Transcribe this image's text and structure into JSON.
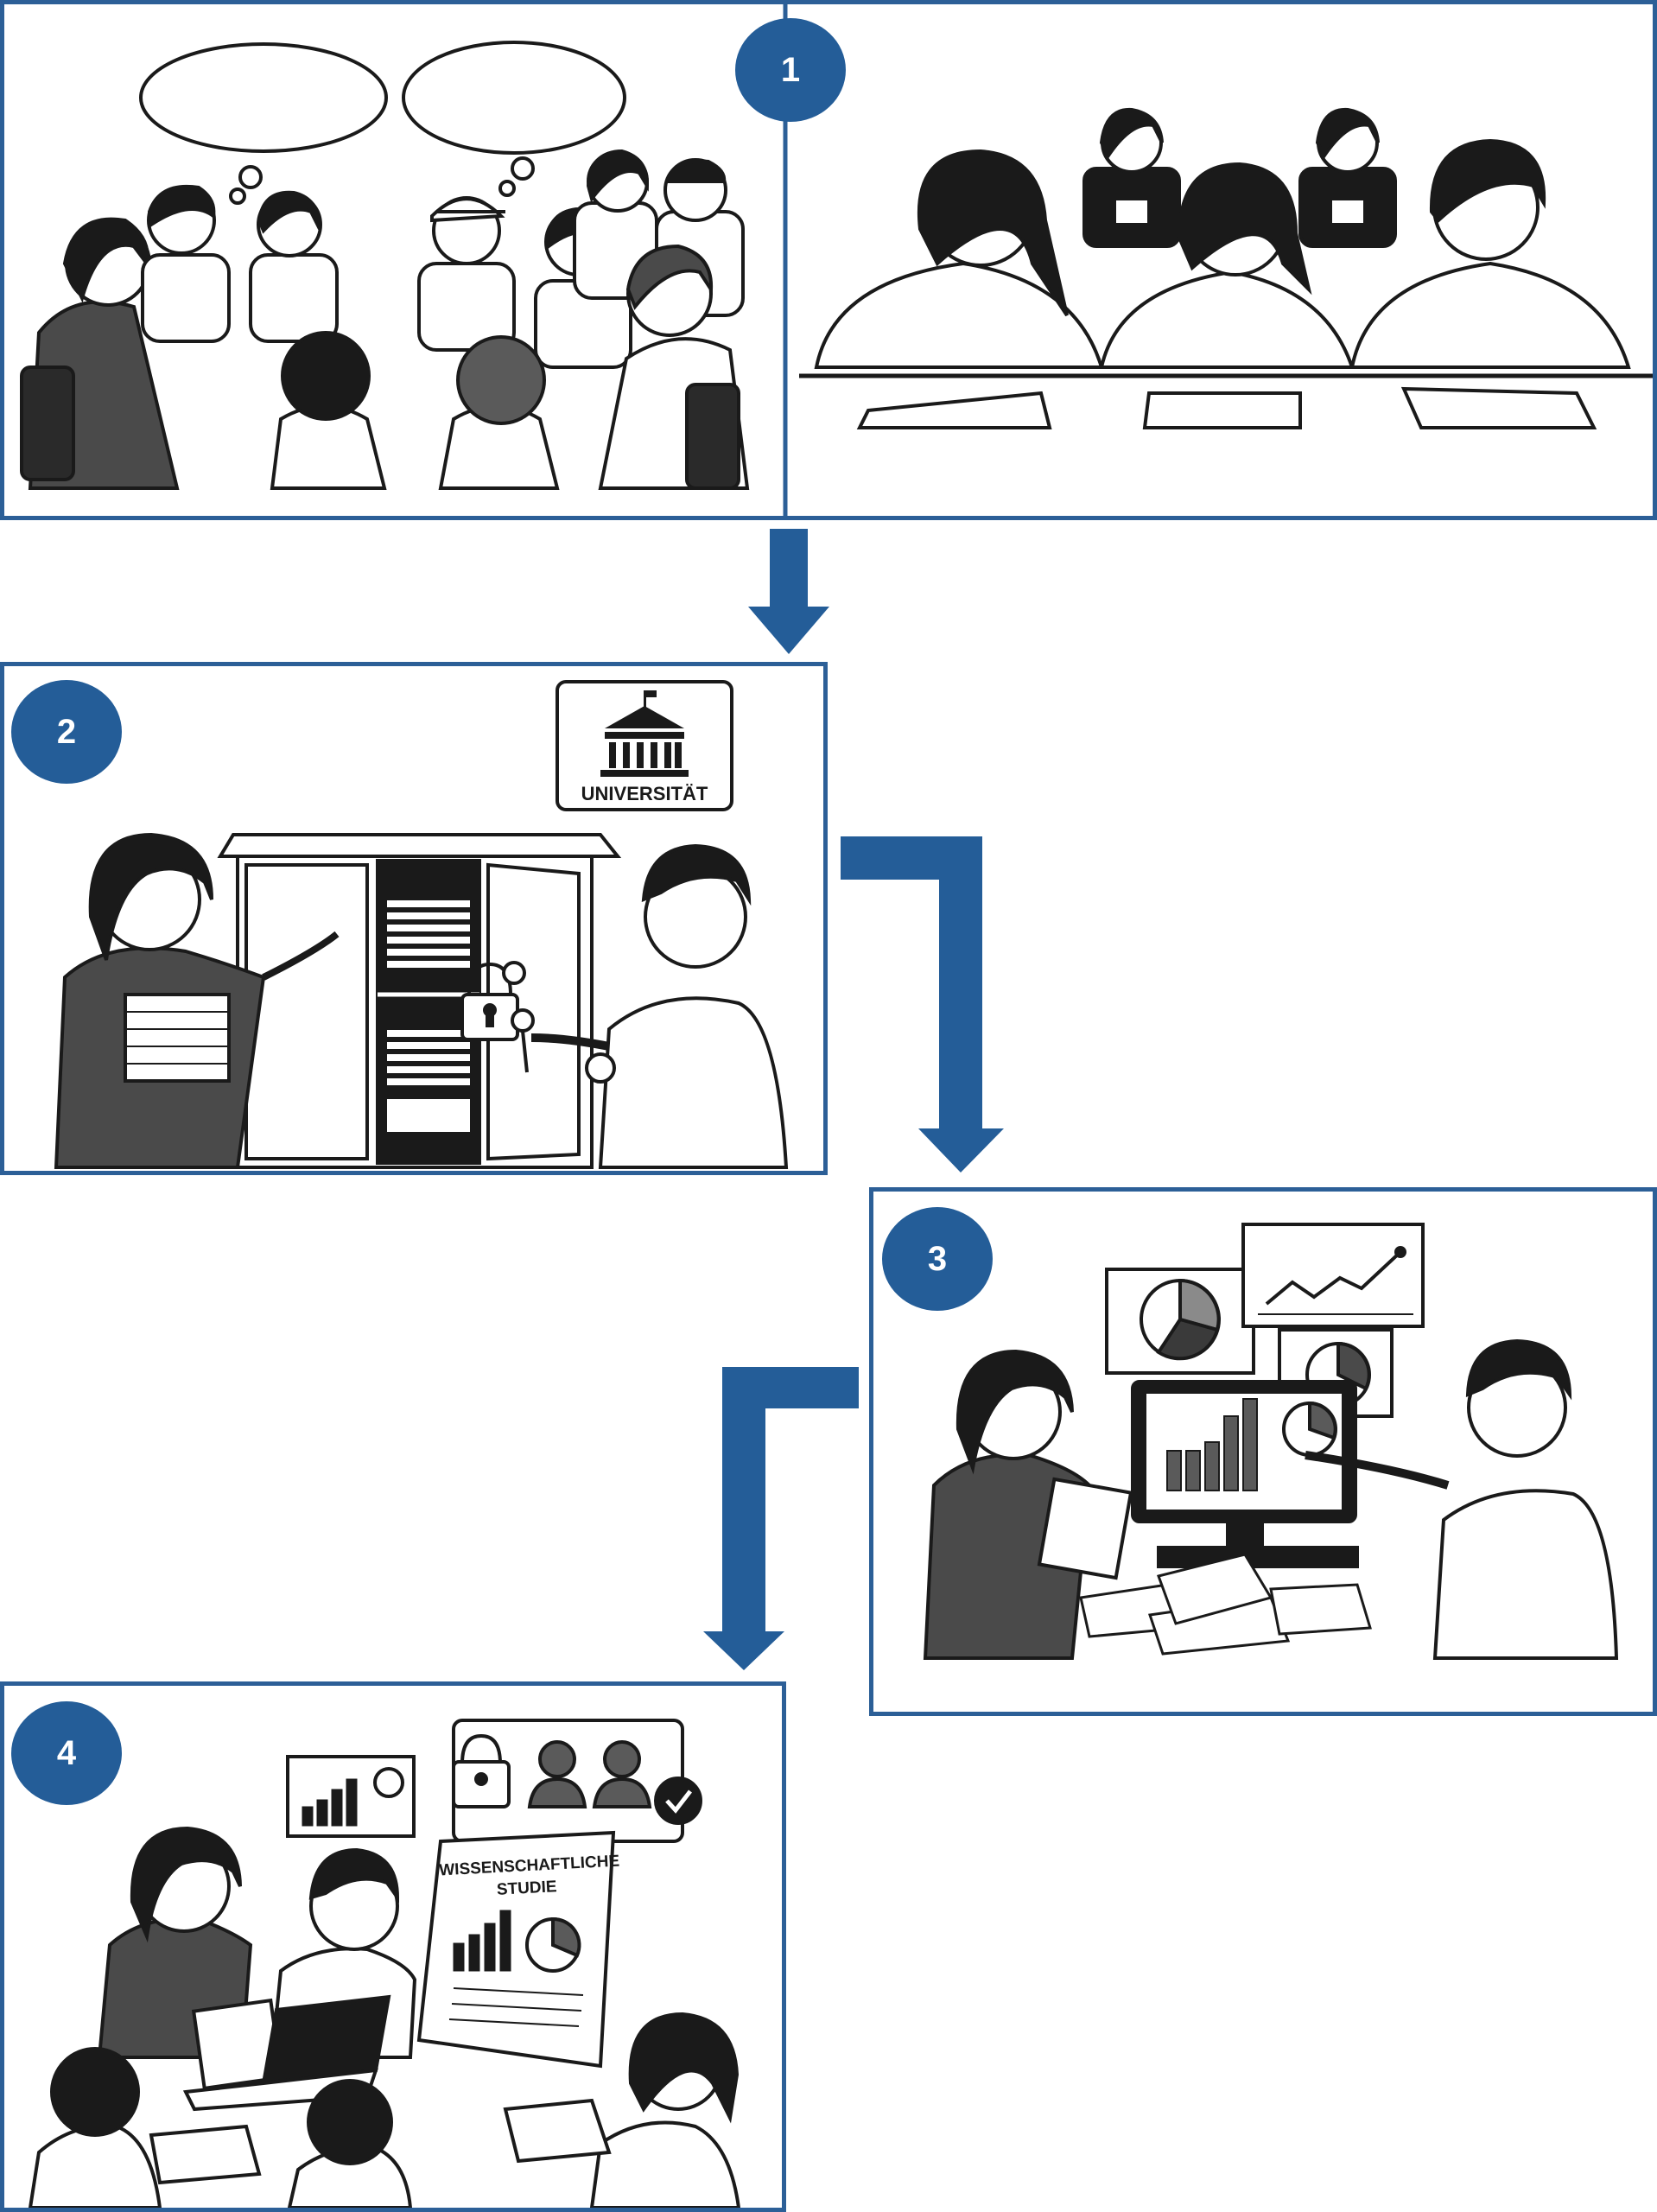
{
  "colors": {
    "frame": "#2c5f97",
    "badge": "#245d98",
    "arrow": "#245d98",
    "ink": "#1a1a1a"
  },
  "steps": [
    {
      "number": "1"
    },
    {
      "number": "2",
      "sign_text": "UNIVERSITÄT"
    },
    {
      "number": "3"
    },
    {
      "number": "4",
      "poster_line1": "WISSENSCHAFTLICHE",
      "poster_line2": "STUDIE"
    }
  ],
  "icons": [
    "thought-bubble-icon",
    "university-building-icon",
    "padlock-icon",
    "key-icon",
    "pie-chart-icon",
    "line-chart-icon",
    "bar-chart-icon",
    "checkmark-icon",
    "laptop-icon"
  ]
}
